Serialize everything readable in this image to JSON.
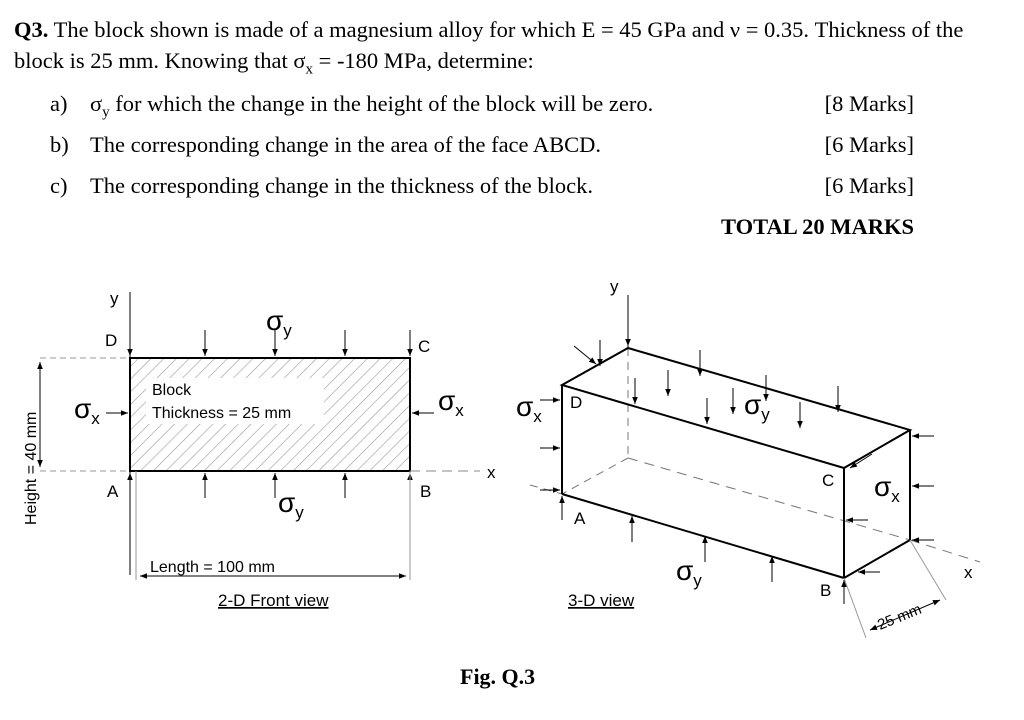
{
  "question": {
    "number": "Q3.",
    "intro": "The block shown is made of a magnesium alloy for which E = 45 GPa and ν = 0.35.  Thickness of the block is 25 mm.  Knowing that σ",
    "intro_sub": "x",
    "intro_end": " = -180 MPa, determine:",
    "parts": [
      {
        "label": "a)",
        "pre": "σ",
        "sub": "y",
        "text": " for which the change in the height of the block will be zero.",
        "marks": "[8 Marks]"
      },
      {
        "label": "b)",
        "pre": "",
        "sub": "",
        "text": "The corresponding change in the area of the face ABCD.",
        "marks": "[6 Marks]"
      },
      {
        "label": "c)",
        "pre": "",
        "sub": "",
        "text": "The corresponding change in the thickness of the block.",
        "marks": "[6 Marks]"
      }
    ],
    "total": "TOTAL 20 MARKS"
  },
  "figure": {
    "front": {
      "axis_y": "y",
      "axis_x": "x",
      "corner_A": "A",
      "corner_B": "B",
      "corner_C": "C",
      "corner_D": "D",
      "block_label": "Block",
      "thickness_label": "Thickness = 25 mm",
      "height_label": "Height = 40 mm",
      "length_label": "Length =  100 mm",
      "caption": "2-D Front view",
      "sigma": "σ",
      "sub_x": "x",
      "sub_y": "y"
    },
    "iso": {
      "axis_y": "y",
      "axis_x": "x",
      "corner_A": "A",
      "corner_B": "B",
      "corner_C": "C",
      "corner_D": "D",
      "depth_label": "25 mm",
      "caption": "3-D view",
      "sigma": "σ",
      "sub_x": "x",
      "sub_y": "y"
    },
    "title": "Fig. Q.3"
  }
}
